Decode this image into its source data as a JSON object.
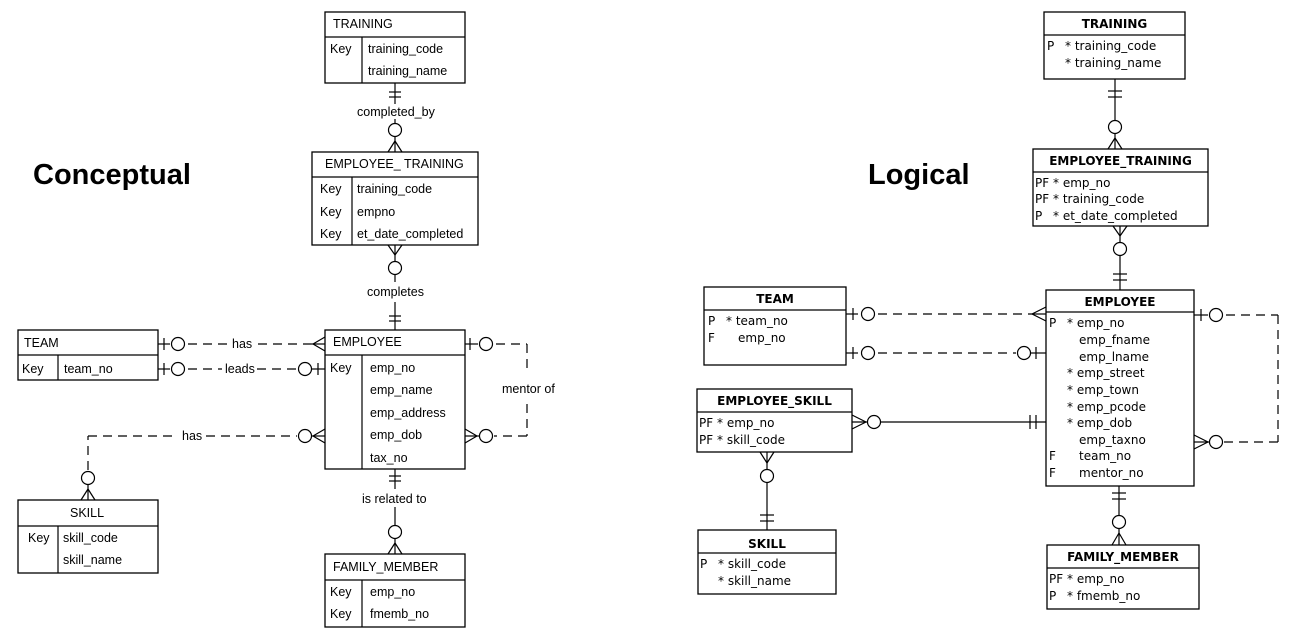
{
  "titles": {
    "conceptual": "Conceptual",
    "logical": "Logical"
  },
  "conceptual": {
    "entities": {
      "training": {
        "name": "TRAINING",
        "key_label": "Key",
        "attributes": [
          "training_code",
          "training_name"
        ]
      },
      "employee_training": {
        "name": "EMPLOYEE_ TRAINING",
        "key_labels": [
          "Key",
          "Key",
          "Key"
        ],
        "attributes": [
          "training_code",
          "empno",
          "et_date_completed"
        ]
      },
      "employee": {
        "name": "EMPLOYEE",
        "key_label": "Key",
        "attributes": [
          "emp_no",
          "emp_name",
          "emp_address",
          "emp_dob",
          "tax_no"
        ]
      },
      "team": {
        "name": "TEAM",
        "key_label": "Key",
        "attributes": [
          "team_no"
        ]
      },
      "skill": {
        "name": "SKILL",
        "key_label": "Key",
        "attributes": [
          "skill_code",
          "skill_name"
        ]
      },
      "family_member": {
        "name": "FAMILY_MEMBER",
        "key_labels": [
          "Key",
          "Key"
        ],
        "attributes": [
          "emp_no",
          "fmemb_no"
        ]
      }
    },
    "relationships": {
      "completed_by": "completed_by",
      "completes": "completes",
      "team_has": "has",
      "leads": "leads",
      "skill_has": "has",
      "mentor_of": "mentor of",
      "is_related_to": "is related to"
    }
  },
  "logical": {
    "tables": {
      "training": {
        "name": "TRAINING",
        "rows": [
          {
            "flag": "P",
            "attr": "* training_code"
          },
          {
            "flag": "",
            "attr": "* training_name"
          }
        ]
      },
      "employee_training": {
        "name": "EMPLOYEE_TRAINING",
        "rows": [
          {
            "flag": "PF",
            "attr": "* emp_no"
          },
          {
            "flag": "PF",
            "attr": "* training_code"
          },
          {
            "flag": "P",
            "attr": "* et_date_completed"
          }
        ]
      },
      "team": {
        "name": "TEAM",
        "rows": [
          {
            "flag": "P",
            "attr": "* team_no"
          },
          {
            "flag": "F",
            "attr": "emp_no"
          }
        ]
      },
      "employee_skill": {
        "name": "EMPLOYEE_SKILL",
        "rows": [
          {
            "flag": "PF",
            "attr": "* emp_no"
          },
          {
            "flag": "PF",
            "attr": "* skill_code"
          }
        ]
      },
      "skill": {
        "name": "SKILL",
        "rows": [
          {
            "flag": "P",
            "attr": "* skill_code"
          },
          {
            "flag": "",
            "attr": "* skill_name"
          }
        ]
      },
      "employee": {
        "name": "EMPLOYEE",
        "rows": [
          {
            "flag": "P",
            "attr": "* emp_no"
          },
          {
            "flag": "",
            "attr": "emp_fname"
          },
          {
            "flag": "",
            "attr": "emp_lname"
          },
          {
            "flag": "",
            "attr": "* emp_street"
          },
          {
            "flag": "",
            "attr": "* emp_town"
          },
          {
            "flag": "",
            "attr": "* emp_pcode"
          },
          {
            "flag": "",
            "attr": "* emp_dob"
          },
          {
            "flag": "",
            "attr": "emp_taxno"
          },
          {
            "flag": "F",
            "attr": "team_no"
          },
          {
            "flag": "F",
            "attr": "mentor_no"
          }
        ]
      },
      "family_member": {
        "name": "FAMILY_MEMBER",
        "rows": [
          {
            "flag": "PF",
            "attr": "* emp_no"
          },
          {
            "flag": "P",
            "attr": "* fmemb_no"
          }
        ]
      }
    }
  }
}
